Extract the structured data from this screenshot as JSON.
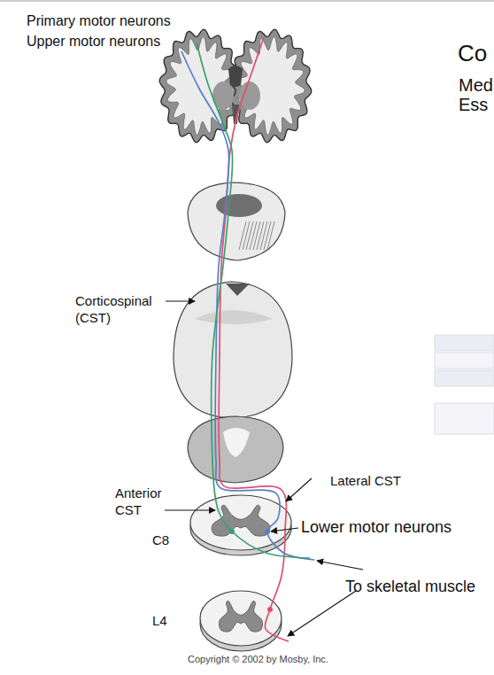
{
  "diagram": {
    "title": "Co",
    "labels": [
      "Primary motor neurons",
      "Upper motor neurons",
      "Med",
      "Ess",
      "Corticospinal (CST)",
      "Anterior CST",
      "Lateral CST",
      "C8",
      "Lower motor neurons",
      "To skeletal muscle",
      "L4",
      "Copyright © 2002 by Mosby, Inc."
    ]
  }
}
